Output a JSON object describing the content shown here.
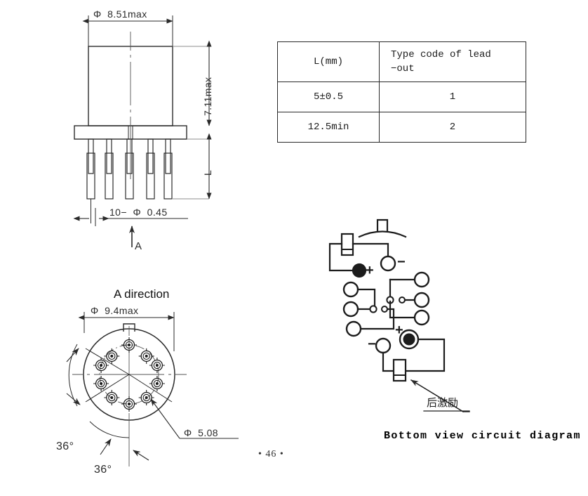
{
  "page": {
    "number_label": "• 46 •",
    "background": "#ffffff",
    "line_color": "#2a2a2a"
  },
  "side_view": {
    "name": "side-elevation-view",
    "dim_width_top": "Φ  8.51max",
    "dim_height_body": "7.11max",
    "dim_lead_length": "L",
    "dim_pins": "10−  Φ  0.45",
    "view_arrow_label": "A",
    "pin_count": 10
  },
  "spec_table": {
    "name": "lead-out-type-table",
    "headers": [
      "L(mm)",
      "Type code of lead\n−out"
    ],
    "rows": [
      [
        "5±0.5",
        "1"
      ],
      [
        "12.5min",
        "2"
      ]
    ]
  },
  "bottom_view": {
    "name": "a-direction-view",
    "title": "A direction",
    "dim_outer": "Φ  9.4max",
    "dim_pin_circle": "Φ  5.08",
    "angle_1": "36°",
    "angle_2": "36°",
    "pin_count": 10
  },
  "circuit": {
    "name": "bottom-view-circuit-diagram",
    "caption": "Bottom view circuit diagram",
    "annotation_cjk": "后激励",
    "polarity_marks": [
      {
        "sign": "−",
        "position": "coil-1-negative"
      },
      {
        "sign": "+",
        "position": "coil-1-positive"
      },
      {
        "sign": "+",
        "position": "coil-2-positive"
      },
      {
        "sign": "−",
        "position": "coil-2-negative"
      }
    ],
    "terminal_count": 10,
    "filled_terminals": 2,
    "coil_count": 2,
    "transfer_contact_groups": 2
  }
}
